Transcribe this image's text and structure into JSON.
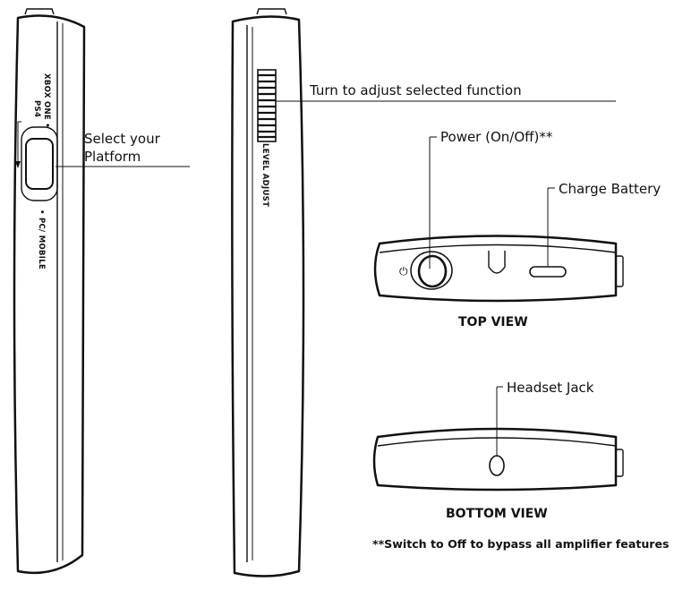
{
  "labels": {
    "platform_top": "XBOX ONE •",
    "platform_mid": "PS4",
    "platform_bottom": "• PC/ MOBILE",
    "level_adjust": "LEVEL ADJUST",
    "select_platform_line1": "Select your",
    "select_platform_line2": "Platform",
    "turn_adjust": "Turn to adjust selected function",
    "power": "Power (On/Off)**",
    "charge_battery": "Charge Battery",
    "headset_jack": "Headset Jack",
    "top_view": "TOP VIEW",
    "bottom_view": "BOTTOM VIEW",
    "footnote": "**Switch to Off to bypass all amplifier features"
  },
  "icons": {
    "power_symbol": "⏻"
  },
  "colors": {
    "line": "#111111",
    "background": "#ffffff"
  }
}
